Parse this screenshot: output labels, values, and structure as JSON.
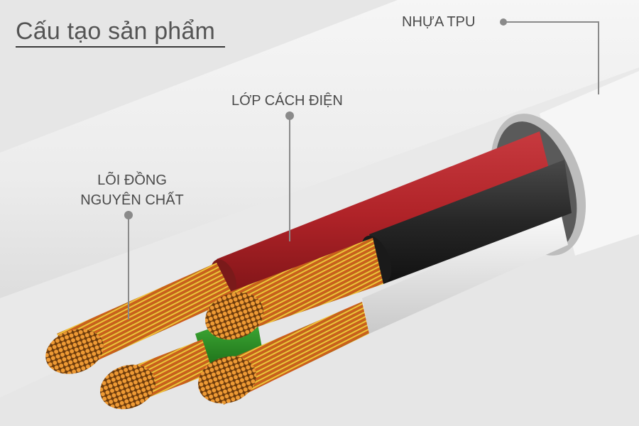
{
  "title": "Cấu tạo sản phẩm",
  "labels": {
    "tpu": "NHỰA TPU",
    "insulation": "LỚP CÁCH ĐIỆN",
    "core_line1": "LÕI ĐỒNG",
    "core_line2": "NGUYÊN CHẤT"
  },
  "colors": {
    "background": "#e6e6e6",
    "jacket": "#f4f4f4",
    "insulation_red": "#b8262c",
    "insulation_black": "#2a2a2a",
    "insulation_white": "#e2e2e2",
    "insulation_green": "#2f9a2a",
    "copper": "#e08a2a",
    "text": "#4a4a4a",
    "callout": "#8a8a8a"
  }
}
